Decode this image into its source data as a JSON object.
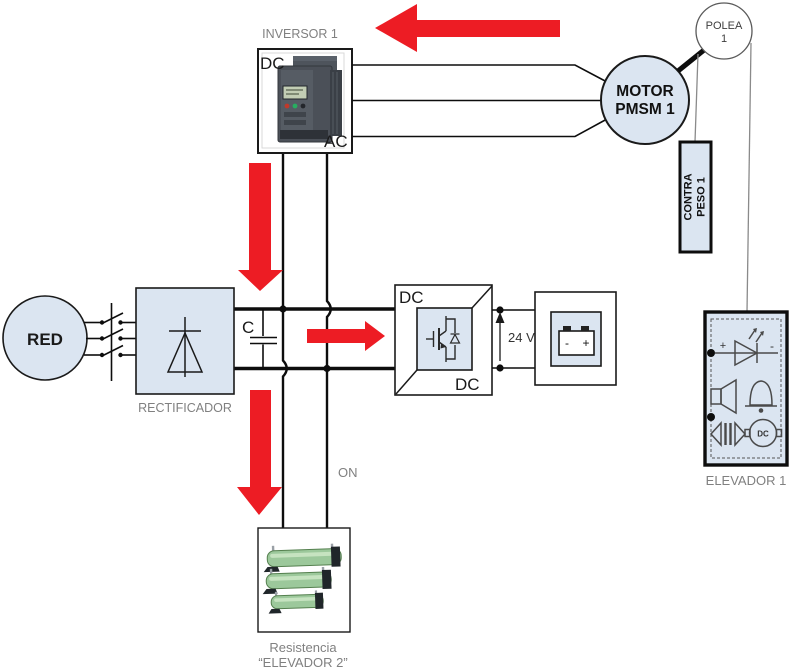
{
  "colors": {
    "arrow_red": "#ed1c24",
    "panel_blue": "#dbe5f1",
    "label_gray": "#808080",
    "rope_gray": "#8a8a8a"
  },
  "inversor": {
    "title": "INVERSOR 1",
    "dc": "DC",
    "ac": "AC"
  },
  "motor": {
    "line1": "MOTOR",
    "line2": "PMSM 1"
  },
  "polea": {
    "line1": "POLEA",
    "line2": "1"
  },
  "contrapeso": {
    "line1": "CONTRA",
    "line2": "PESO 1"
  },
  "red": {
    "label": "RED"
  },
  "rectificador": {
    "label": "RECTIFICADOR"
  },
  "bus": {
    "capacitor_label": "C",
    "on_label": "ON"
  },
  "dcdc": {
    "dc_top": "DC",
    "dc_bottom": "DC",
    "voltage": "24 V"
  },
  "bateria": {
    "minus": "-",
    "plus": "+"
  },
  "elevador": {
    "label": "ELEVADOR 1",
    "led_plus": "+",
    "led_minus": "-",
    "dc_motor_label": "DC",
    "icons": [
      "led-icon",
      "speaker-icon",
      "bell-icon",
      "vibration-motor-icon",
      "dc-motor-icon"
    ]
  },
  "resistencia": {
    "line1": "Resistencia",
    "line2": "“ELEVADOR 2”"
  },
  "flow_arrows": [
    {
      "name": "flow-arrow-motor-to-inversor",
      "direction": "left"
    },
    {
      "name": "flow-arrow-inversor-to-bus",
      "direction": "down"
    },
    {
      "name": "flow-arrow-bus-to-dcdc",
      "direction": "right"
    },
    {
      "name": "flow-arrow-bus-to-resistencia",
      "direction": "down"
    }
  ]
}
